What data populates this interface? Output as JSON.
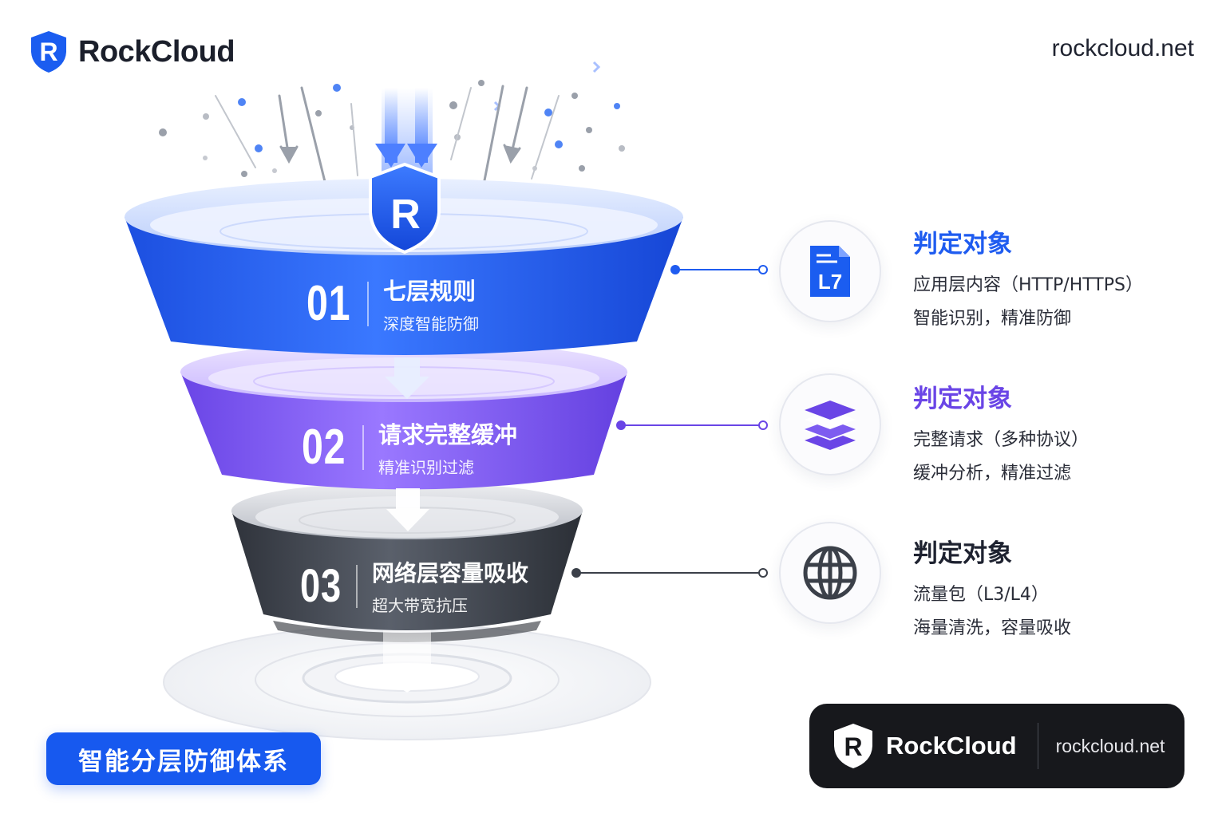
{
  "brand": {
    "name": "RockCloud",
    "logo_letter": "R",
    "website": "rockcloud.net"
  },
  "funnel": {
    "emblem_letter": "R",
    "layers": [
      {
        "number": "01",
        "title": "七层规则",
        "subtitle": "深度智能防御",
        "color": "#1f5cf0"
      },
      {
        "number": "02",
        "title": "请求完整缓冲",
        "subtitle": "精准识别过滤",
        "color": "#7a55ee"
      },
      {
        "number": "03",
        "title": "网络层容量吸收",
        "subtitle": "超大带宽抗压",
        "color": "#3b4049"
      }
    ]
  },
  "cards": [
    {
      "icon": "l7-document-icon",
      "icon_text": "L7",
      "title": "判定对象",
      "title_color": "#1f5cf0",
      "line1": "应用层内容（HTTP/HTTPS）",
      "line2": "智能识别，精准防御",
      "connector_color": "#1f5cf0"
    },
    {
      "icon": "layers-stack-icon",
      "title": "判定对象",
      "title_color": "#6a45e6",
      "line1": "完整请求（多种协议）",
      "line2": "缓冲分析，精准过滤",
      "connector_color": "#6a45e6"
    },
    {
      "icon": "globe-icon",
      "title": "判定对象",
      "title_color": "#1e2230",
      "line1": "流量包（L3/L4）",
      "line2": "海量清洗，容量吸收",
      "connector_color": "#3b4049"
    }
  ],
  "badge": {
    "label": "智能分层防御体系"
  },
  "footer": {
    "name": "RockCloud",
    "website": "rockcloud.net"
  }
}
